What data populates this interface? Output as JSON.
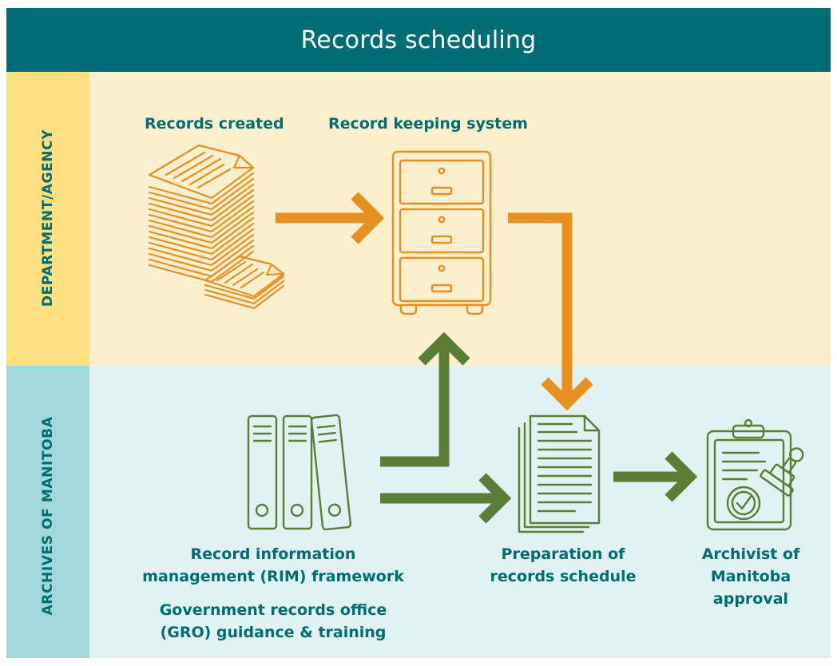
{
  "title": "Records scheduling",
  "lanes": {
    "department": "DEPARTMENT/AGENCY",
    "archives": "ARCHIVES OF MANITOBA"
  },
  "labels": {
    "records_created": "Records created",
    "record_keeping_system": "Record keeping system",
    "rim_framework_line1": "Record information",
    "rim_framework_line2": "management (RIM) framework",
    "gro_line1": "Government records office",
    "gro_line2": "(GRO) guidance & training",
    "preparation_line1": "Preparation of",
    "preparation_line2": "records schedule",
    "archivist_line1": "Archivist of",
    "archivist_line2": "Manitoba",
    "archivist_line3": "approval"
  },
  "icons": {
    "records_created": "stacked-documents-icon",
    "record_keeping_system": "filing-cabinet-icon",
    "rim_framework": "binders-icon",
    "preparation": "document-stack-icon",
    "approval": "clipboard-stamp-icon"
  },
  "colors": {
    "header": "#006c73",
    "department_lane": "#fdf0cf",
    "department_side": "#fde07f",
    "archives_lane": "#e1f2f2",
    "archives_side": "#a3d8da",
    "orange": "#e8901f",
    "green": "#5a7e36",
    "text": "#006c73"
  }
}
